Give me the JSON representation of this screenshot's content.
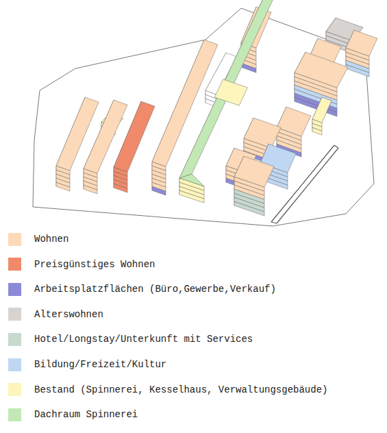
{
  "diagram": {
    "legend": [
      {
        "text": "Wohnen",
        "color": "#fcd9b8"
      },
      {
        "text": "Preisgünstiges Wohnen",
        "color": "#f08a6a"
      },
      {
        "text": "Arbeitsplatzflächen (Büro,Gewerbe,Verkauf)",
        "color": "#8c8ad8"
      },
      {
        "text": "Alterswohnen",
        "color": "#d6d3d1"
      },
      {
        "text": "Hotel/Longstay/Unterkunft mit Services",
        "color": "#c8d9cf"
      },
      {
        "text": "Bildung/Freizeit/Kultur",
        "color": "#bfd7f2"
      },
      {
        "text": "Bestand (Spinnerei, Kesselhaus, Verwaltungsgebäude)",
        "color": "#fdf5bb"
      },
      {
        "text": "Dachraum Spinnerei",
        "color": "#c2e9b5"
      }
    ]
  }
}
